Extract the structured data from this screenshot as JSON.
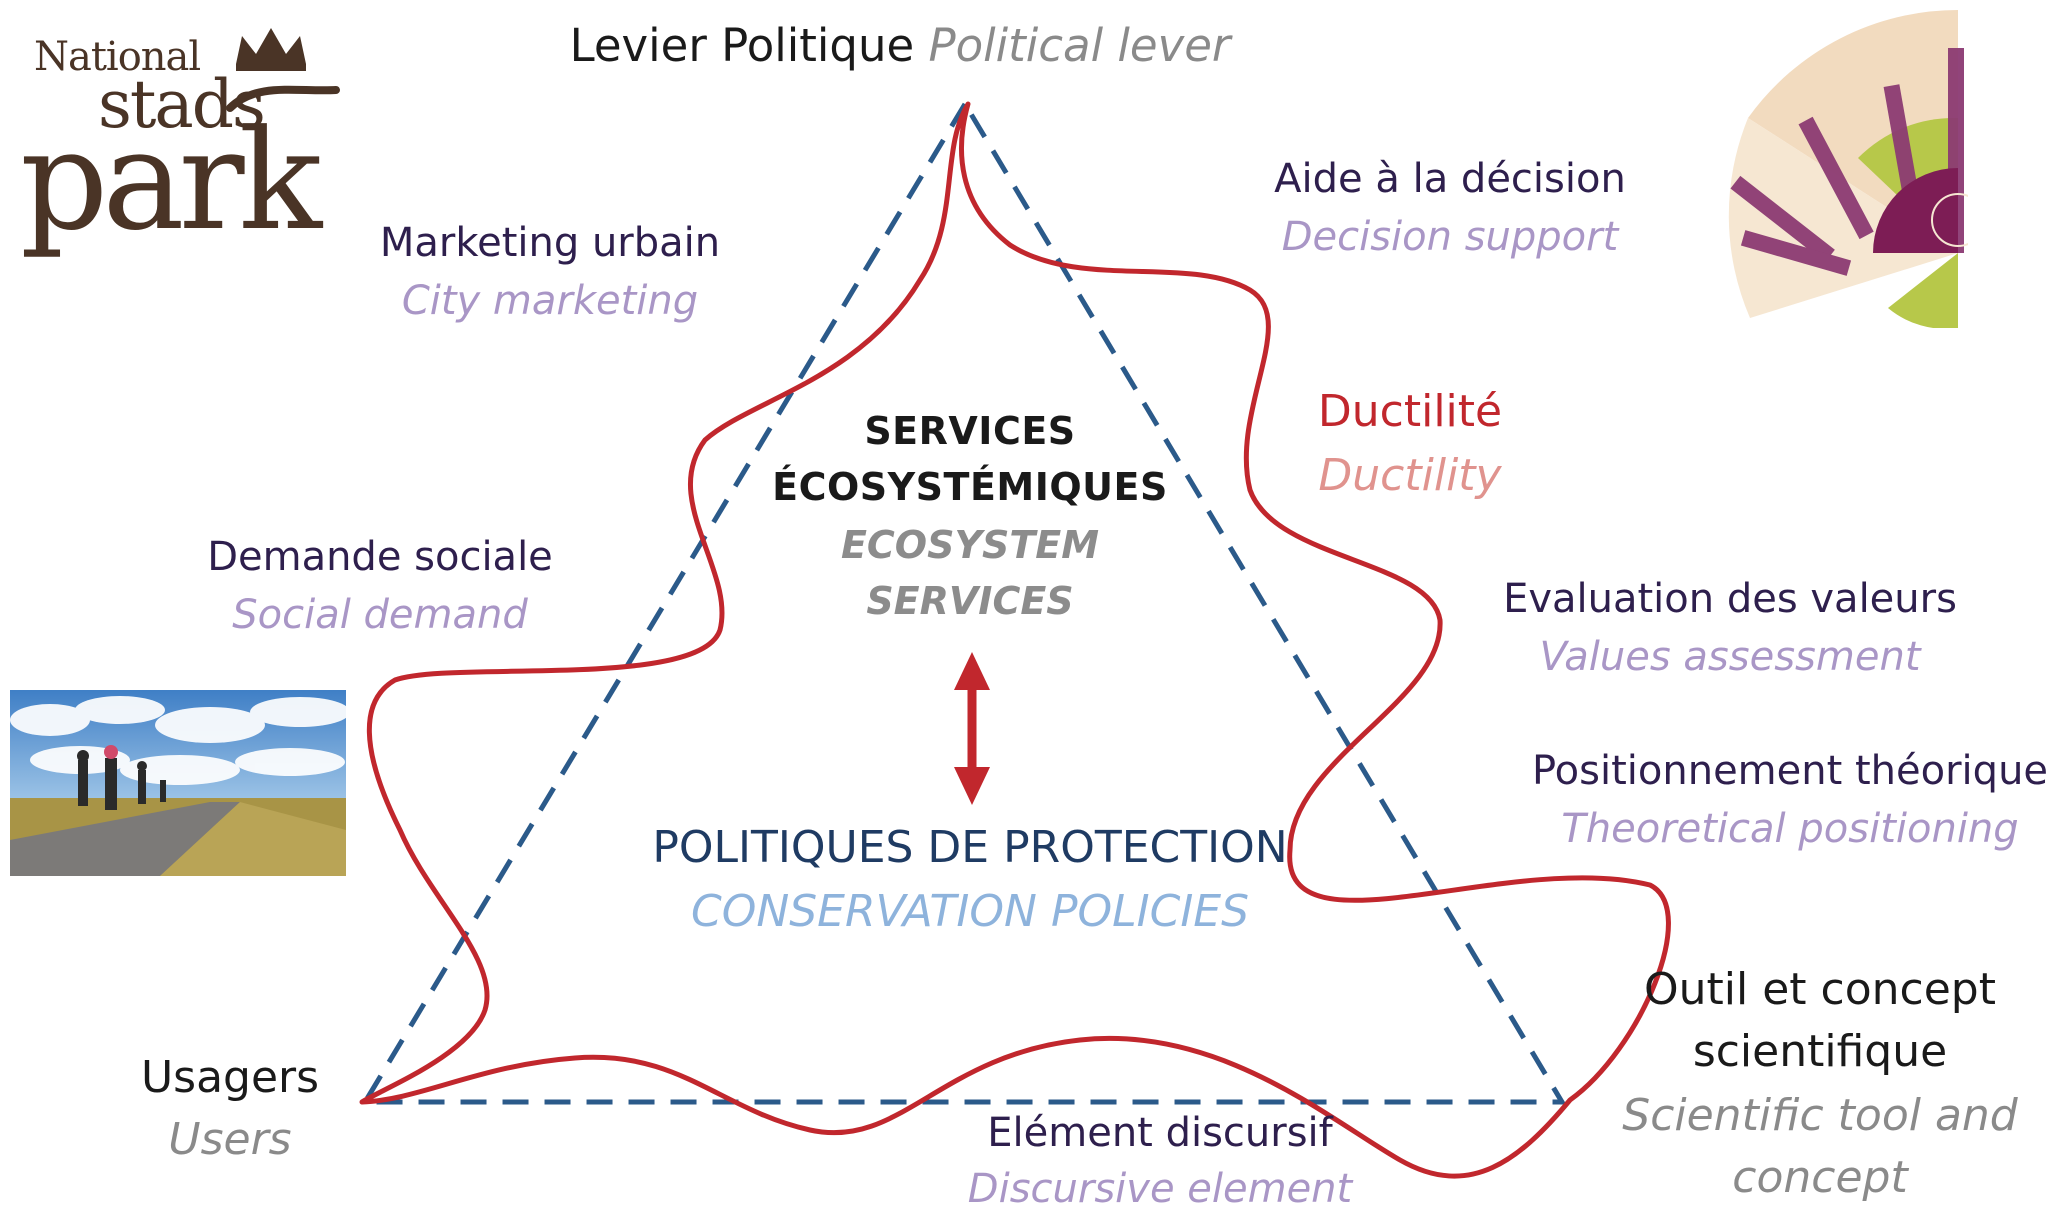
{
  "top": {
    "fr": "Levier Politique",
    "en": "Political lever"
  },
  "left_labels": [
    {
      "key": "marketing",
      "fr": "Marketing urbain",
      "en": "City marketing"
    },
    {
      "key": "demande",
      "fr": "Demande sociale",
      "en": "Social demand"
    },
    {
      "key": "usagers",
      "fr": "Usagers",
      "en": "Users"
    }
  ],
  "right_labels": [
    {
      "key": "aide",
      "fr": "Aide à la décision",
      "en": "Decision support"
    },
    {
      "key": "ductilite",
      "fr": "Ductilité",
      "en": "Ductility"
    },
    {
      "key": "evaluation",
      "fr": "Evaluation des valeurs",
      "en": "Values assessment"
    },
    {
      "key": "positionnement",
      "fr": "Positionnement théorique",
      "en": "Theoretical positioning"
    },
    {
      "key": "outil",
      "fr_line1": "Outil et concept",
      "fr_line2": "scientifique",
      "en_line1": "Scientific tool and",
      "en_line2": "concept"
    }
  ],
  "bottom": {
    "fr": "Elément discursif",
    "en": "Discursive element"
  },
  "center": {
    "fr_line1": "SERVICES",
    "fr_line2": "ÉCOSYSTÉMIQUES",
    "en_line1": "ECOSYSTEM",
    "en_line2": "SERVICES"
  },
  "policies": {
    "fr": "POLITIQUES DE PROTECTION",
    "en": "CONSERVATION POLICIES"
  },
  "logo": {
    "line1": "National",
    "line2": "stads",
    "line3": "park"
  },
  "colors": {
    "triangle": "#2b5a8a",
    "wave": "#c1272d",
    "arrow": "#c1272d",
    "french_text": "#2e1f4d",
    "english_text": "#a996c6"
  },
  "icons": [
    "crown-icon",
    "radial-chart-icon",
    "photo-rollerbladers"
  ]
}
